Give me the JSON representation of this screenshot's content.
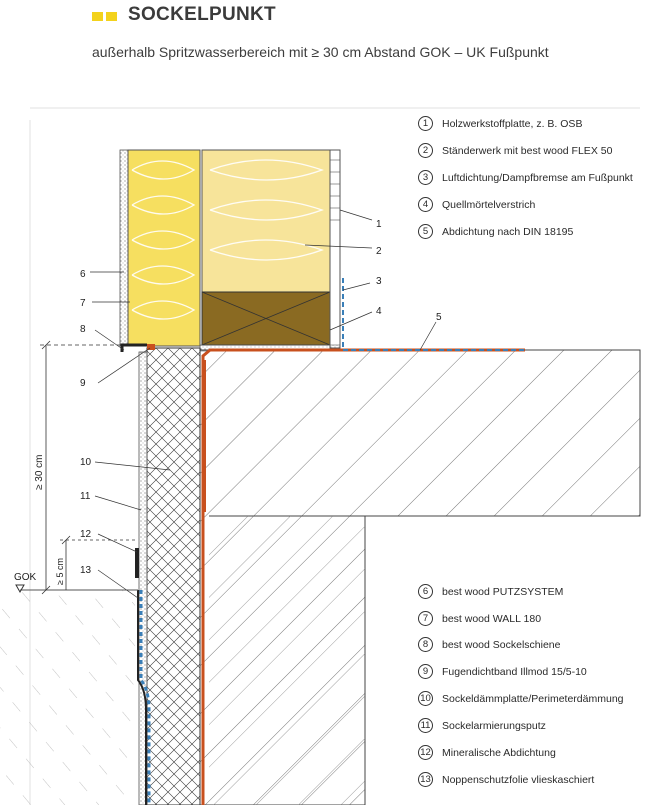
{
  "header": {
    "title": "SOCKELPUNKT",
    "subtitle": "außerhalb Spritzwasserbereich mit ≥ 30 cm Abstand GOK – UK Fußpunkt"
  },
  "colors": {
    "accent": "#f3d21c",
    "insulation": "#f5e07a",
    "timber": "#8a6a22",
    "seal": "#c8501e",
    "membrane": "#3a7fb8"
  },
  "legend_top": [
    {
      "num": "1",
      "text": "Holzwerkstoffplatte, z. B. OSB"
    },
    {
      "num": "2",
      "text": "Ständerwerk mit best wood FLEX 50"
    },
    {
      "num": "3",
      "text": "Luftdichtung/Dampfbremse am Fußpunkt"
    },
    {
      "num": "4",
      "text": "Quellmörtelverstrich"
    },
    {
      "num": "5",
      "text": "Abdichtung nach DIN 18195"
    }
  ],
  "legend_bottom": [
    {
      "num": "6",
      "text": "best wood PUTZSYSTEM"
    },
    {
      "num": "7",
      "text": "best wood  WALL 180"
    },
    {
      "num": "8",
      "text": "best wood Sockelschiene"
    },
    {
      "num": "9",
      "text": "Fugendichtband Illmod 15/5-10"
    },
    {
      "num": "10",
      "text": "Sockeldämmplatte/Perimeterdämmung"
    },
    {
      "num": "11",
      "text": "Sockelarmierungsputz"
    },
    {
      "num": "12",
      "text": "Mineralische Abdichtung"
    },
    {
      "num": "13",
      "text": "Noppenschutzfolie vlieskaschiert"
    }
  ],
  "drawing_labels": {
    "n1": "1",
    "n2": "2",
    "n3": "3",
    "n4": "4",
    "n5": "5",
    "n6": "6",
    "n7": "7",
    "n8": "8",
    "n9": "9",
    "n10": "10",
    "n11": "11",
    "n12": "12",
    "n13": "13",
    "dim_30": "≥ 30 cm",
    "dim_5": "≥ 5 cm",
    "gok": "GOK"
  }
}
